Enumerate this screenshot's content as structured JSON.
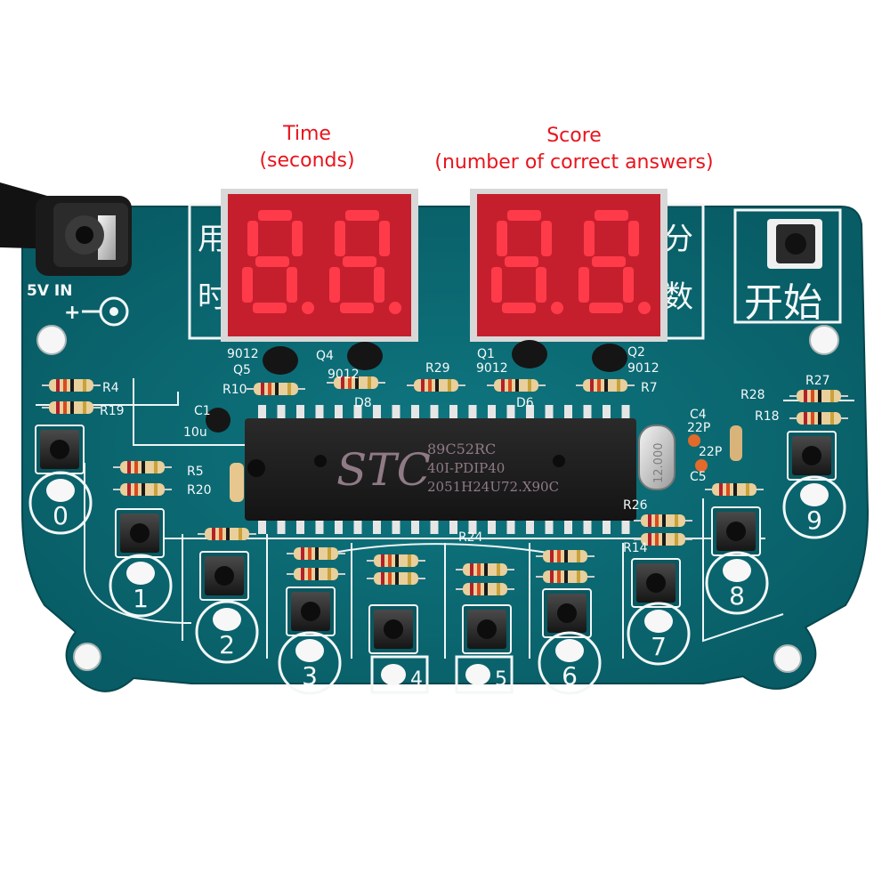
{
  "annotations": {
    "time_line1": "Time",
    "time_line2": "(seconds)",
    "score_line1": "Score",
    "score_line2": "(number of correct answers)"
  },
  "display": {
    "time_value": "88",
    "score_value": "88",
    "segment_color": "#ff3b4a",
    "window_color": "#c81e2c",
    "time_label_chars": [
      "用",
      "时"
    ],
    "score_label_chars": [
      "分",
      "数"
    ]
  },
  "board": {
    "pcb_color": "#0b6d76",
    "power_label": "5V IN",
    "start_label": "开始",
    "chip_brand": "STC",
    "chip_lines": [
      "89C52RC",
      "40I-PDIP40",
      "2051H24U72.X90C"
    ],
    "crystal_label": "12.000",
    "component_labels": [
      "R4",
      "R19",
      "R5",
      "R20",
      "R10",
      "C1",
      "10u",
      "Q5",
      "9012",
      "Q4",
      "9012",
      "R29",
      "Q1",
      "9012",
      "Q2",
      "9012",
      "R7",
      "D8",
      "D6",
      "R28",
      "C4",
      "22P",
      "22P",
      "C5",
      "R27",
      "R18",
      "R26",
      "R14",
      "R24"
    ],
    "key_labels": [
      "0",
      "1",
      "2",
      "3",
      "4",
      "5",
      "6",
      "7",
      "8",
      "9"
    ]
  }
}
